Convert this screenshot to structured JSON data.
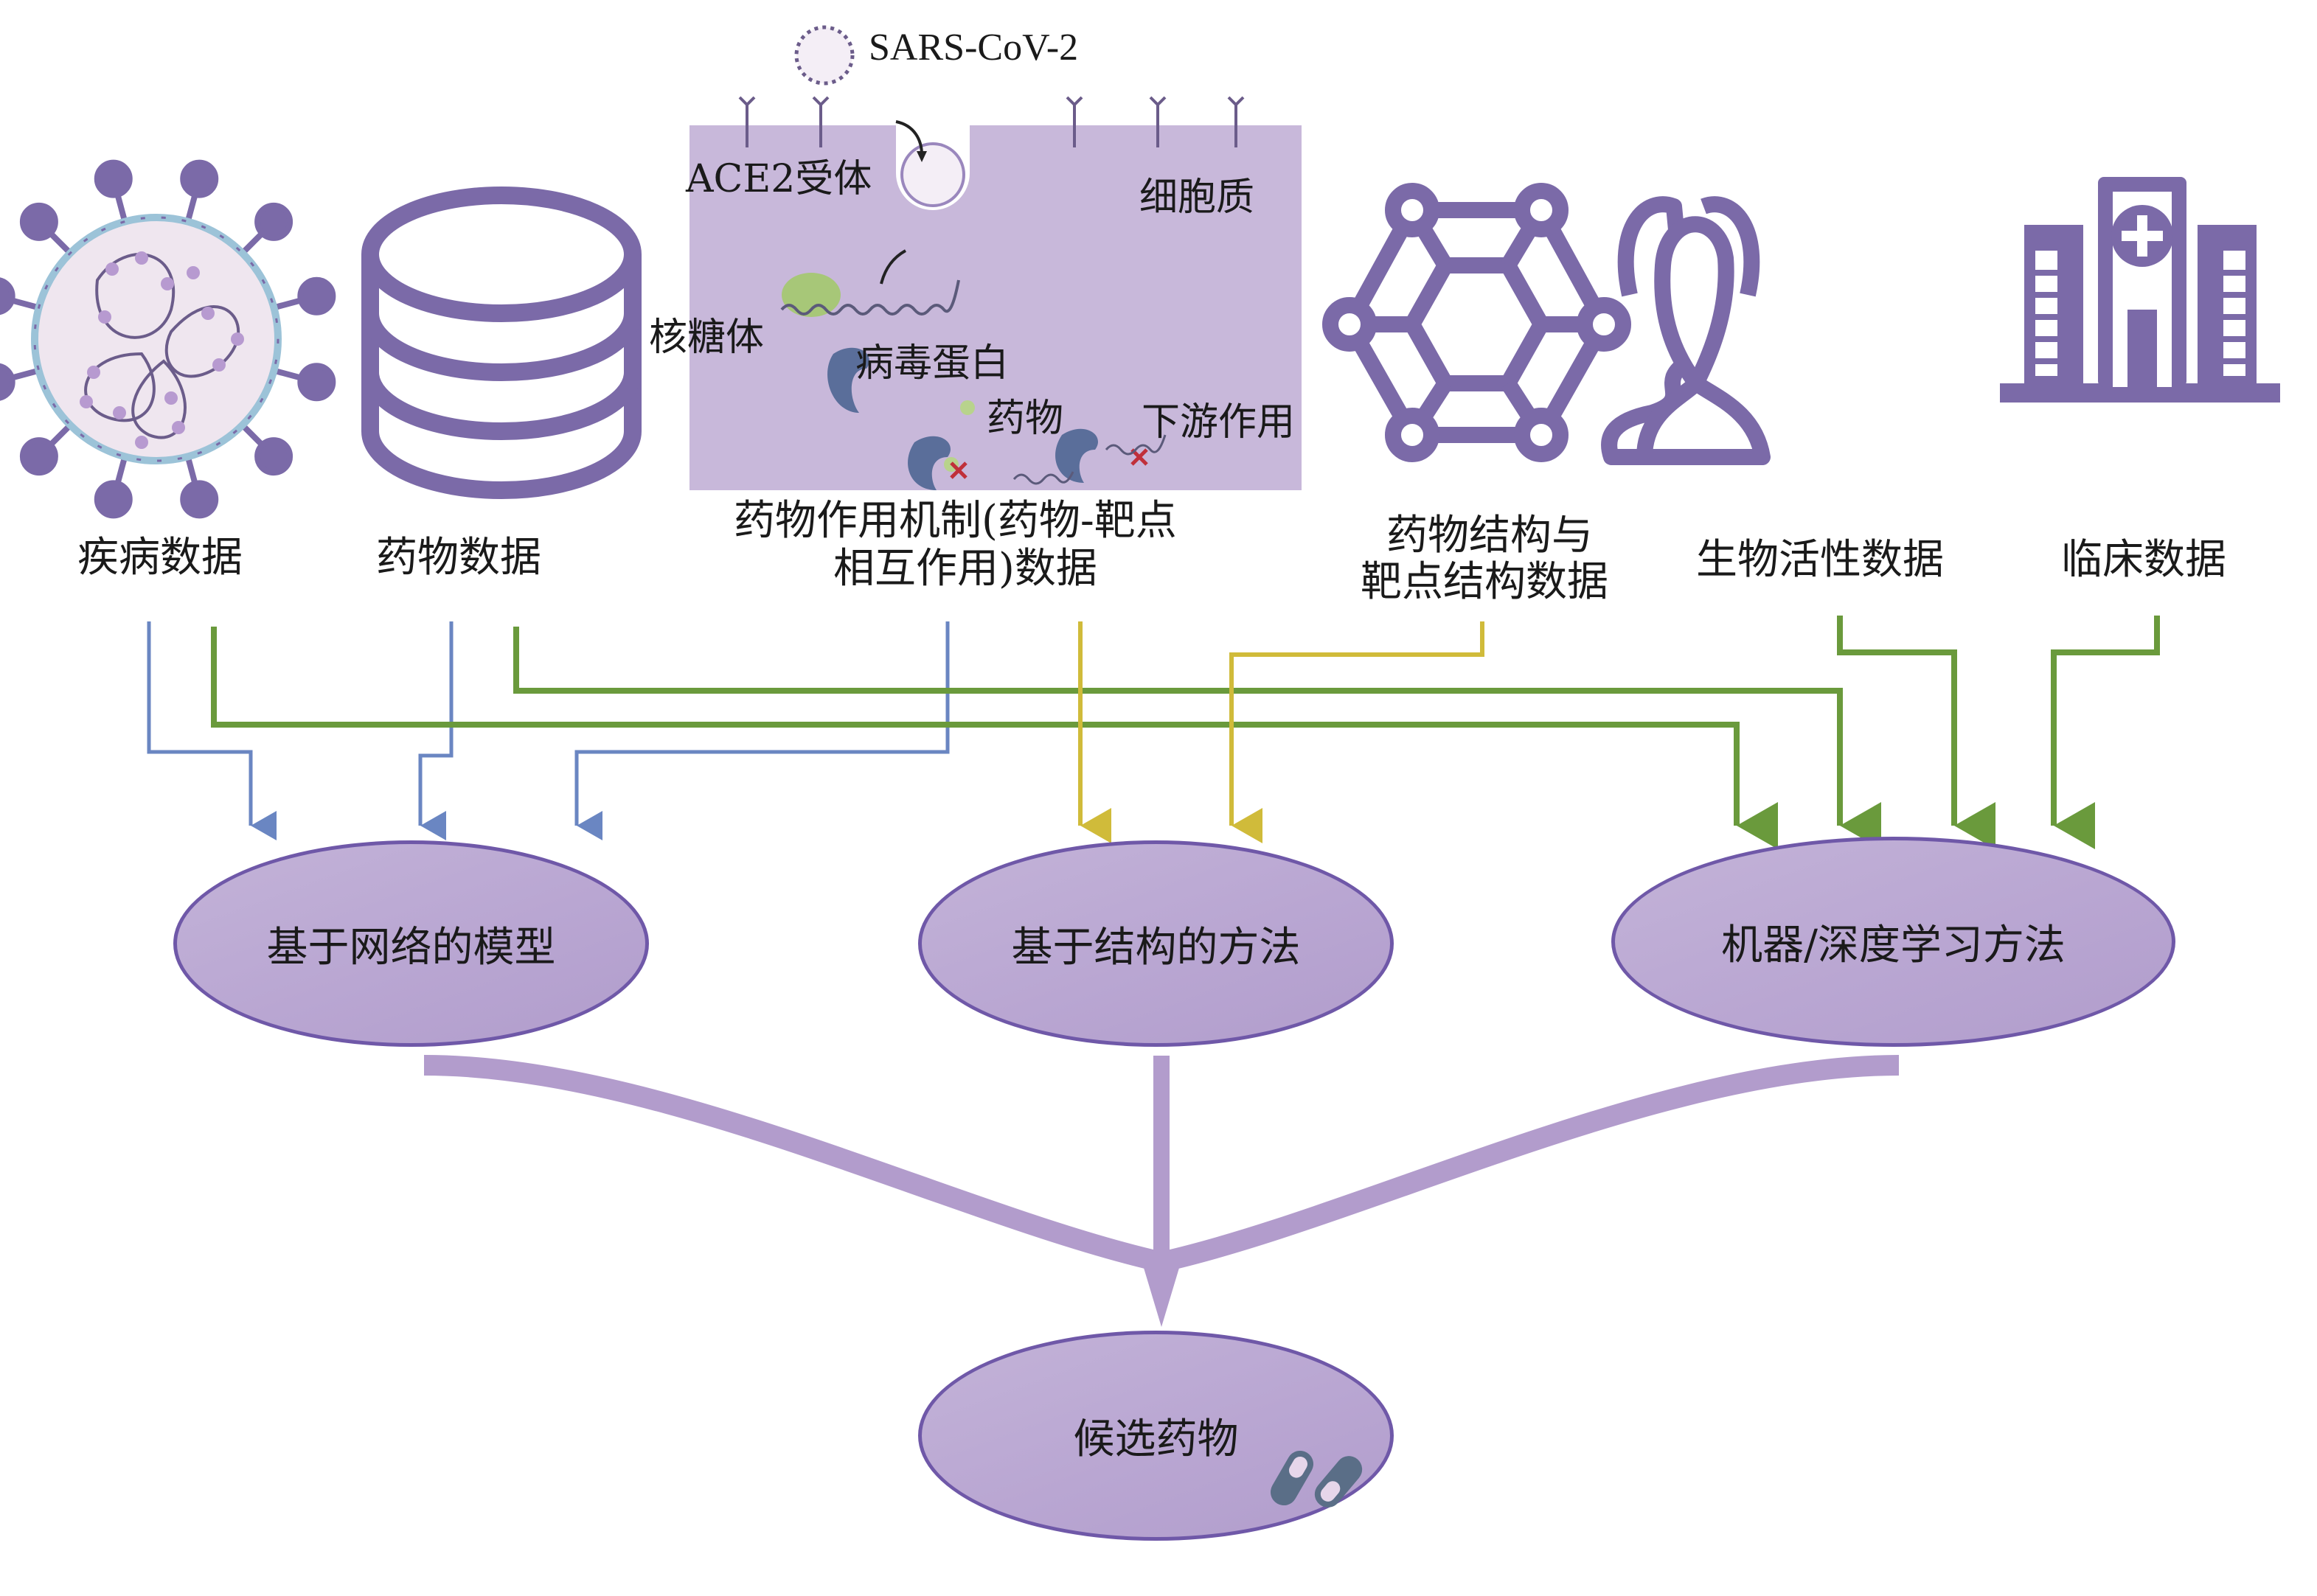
{
  "figure": {
    "sources": [
      {
        "id": "disease",
        "label": "疾病数据",
        "icon": "virus-icon"
      },
      {
        "id": "drug",
        "label": "药物数据",
        "icon": "database-icon"
      },
      {
        "id": "mechanism",
        "label_line1": "药物作用机制(药物-靶点",
        "label_line2": "相互作用)数据",
        "icon": "cell-mechanism-illustration"
      },
      {
        "id": "structure",
        "label_line1": "药物结构与",
        "label_line2": "靶点结构数据",
        "icon": "molecule-network-icon"
      },
      {
        "id": "bioactivity",
        "label": "生物活性数据",
        "icon": "people-icon"
      },
      {
        "id": "clinical",
        "label": "临床数据",
        "icon": "hospital-icon"
      }
    ],
    "cell_illustration": {
      "virus_label": "SARS-CoV-2",
      "receptor_label": "ACE2受体",
      "cytoplasm_label": "细胞质",
      "ribosome_label": "核糖体",
      "viral_protein_label": "病毒蛋白",
      "drug_label": "药物",
      "downstream_label": "下游作用"
    },
    "methods": [
      {
        "id": "network",
        "label": "基于网络的模型",
        "inputs": [
          "disease",
          "drug",
          "mechanism"
        ]
      },
      {
        "id": "structure",
        "label": "基于结构的方法",
        "inputs": [
          "mechanism",
          "structure"
        ]
      },
      {
        "id": "ml",
        "label": "机器/深度学习方法",
        "inputs": [
          "disease",
          "drug",
          "bioactivity",
          "clinical"
        ]
      }
    ],
    "output": {
      "label": "候选药物",
      "icon": "capsule-pills-icon"
    },
    "colors": {
      "icon_purple": "#7b6aa8",
      "box_fill": "#bfaed6",
      "box_border": "#6f58a8",
      "arrow_blue": "#6a86c2",
      "arrow_green": "#6a9a3c",
      "arrow_yellow": "#d0bb3a",
      "converge_arrow": "#b29ccc",
      "cell_fill": "#c8b8da"
    }
  }
}
